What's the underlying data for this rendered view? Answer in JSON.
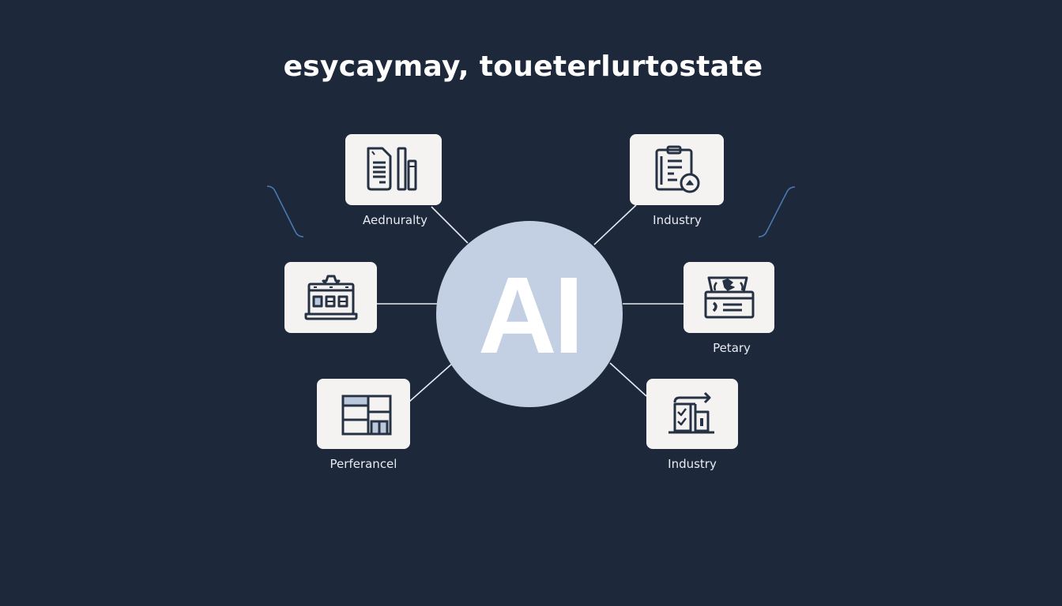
{
  "title": "esycaymay, toueterlurtostate",
  "hub": {
    "label": "AI",
    "color": "#c3d0e3"
  },
  "colors": {
    "background": "#1d283b",
    "card": "#f5f3f1",
    "icon_stroke": "#263244",
    "icon_fill_accent": "#b9c8dc",
    "connector": "#e6ebf2",
    "decor_curve": "#4a78b0"
  },
  "nodes": [
    {
      "id": "top-left",
      "label": "Aednuralty",
      "icon": "document-and-books-icon"
    },
    {
      "id": "top-right",
      "label": "Industry",
      "icon": "clipboard-badge-icon"
    },
    {
      "id": "mid-left",
      "label": "",
      "icon": "calendar-laptop-icon"
    },
    {
      "id": "mid-right",
      "label": "Petary",
      "icon": "folder-certificate-icon"
    },
    {
      "id": "bottom-left",
      "label": "Perferancel",
      "icon": "layout-grid-icon"
    },
    {
      "id": "bottom-right",
      "label": "Industry",
      "icon": "checklist-building-icon"
    }
  ]
}
